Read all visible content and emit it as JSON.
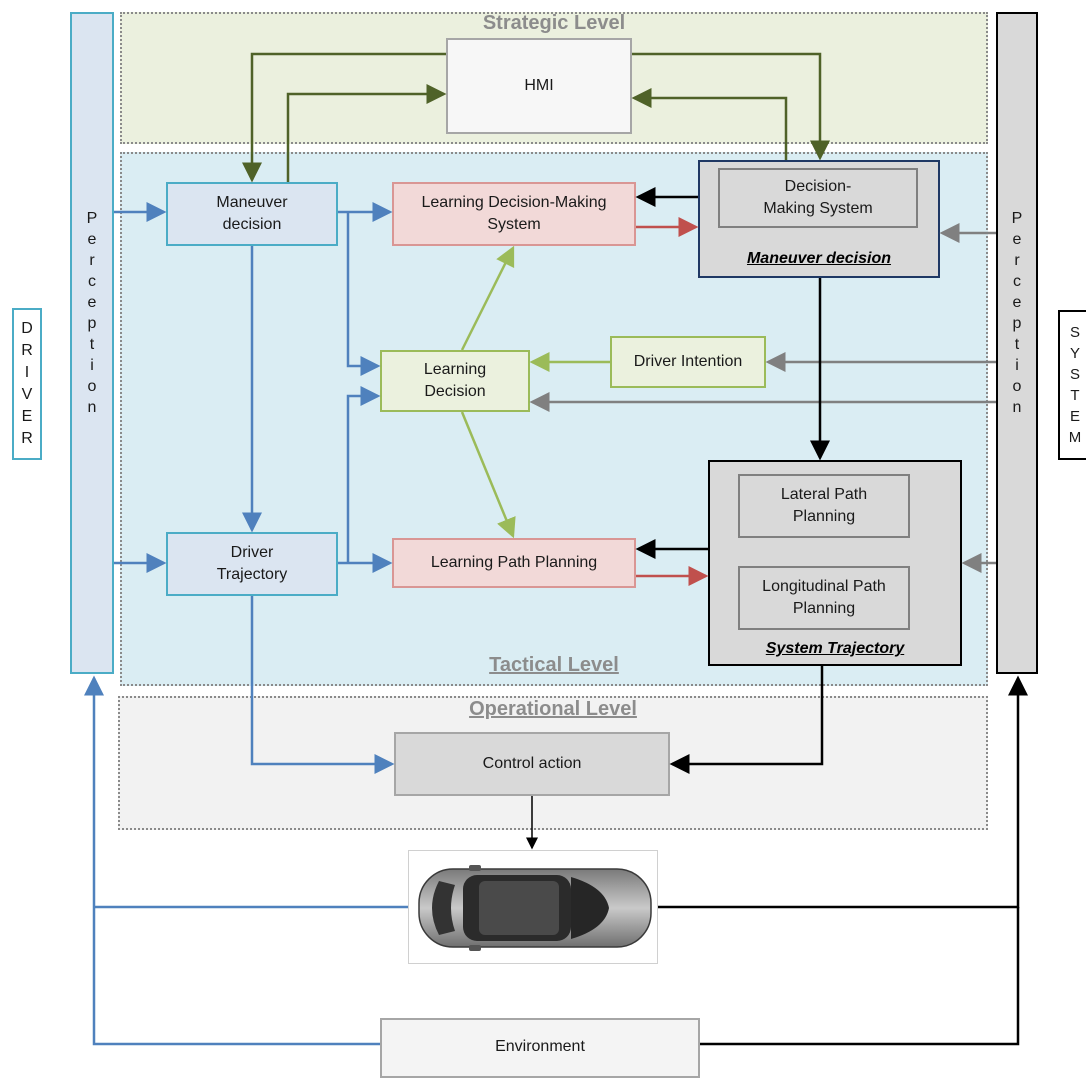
{
  "levels": {
    "strategic": "Strategic Level",
    "tactical": "Tactical Level",
    "operational": "Operational Level"
  },
  "side": {
    "driver_letters": [
      "D",
      "R",
      "I",
      "V",
      "E",
      "R"
    ],
    "system_letters": [
      "S",
      "Y",
      "S",
      "T",
      "E",
      "M"
    ],
    "perception_letters": [
      "P",
      "e",
      "r",
      "c",
      "e",
      "p",
      "t",
      "i",
      "o",
      "n"
    ]
  },
  "boxes": {
    "hmi": "HMI",
    "maneuver_decision_driver": "Maneuver decision",
    "driver_trajectory": "Driver Trajectory",
    "learning_decision_making_system": "Learning Decision-Making System",
    "learning_decision": "Learning Decision",
    "driver_intention": "Driver Intention",
    "learning_path_planning": "Learning Path Planning",
    "decision_making_system": "Decision-Making System",
    "maneuver_decision_system_label": "Maneuver decision",
    "lateral_path_planning": "Lateral Path Planning",
    "longitudinal_path_planning": "Longitudinal Path Planning",
    "system_trajectory_label": "System Trajectory",
    "control_action": "Control action",
    "environment": "Environment"
  },
  "colors": {
    "blue_arrow": "#4f81bd",
    "green_arrow": "#9bbb59",
    "dark_green_arrow": "#4f6228",
    "red_arrow": "#c0504d",
    "grey_arrow": "#808080",
    "black_arrow": "#000000"
  },
  "icons": {
    "vehicle": "car-top-view-icon"
  }
}
